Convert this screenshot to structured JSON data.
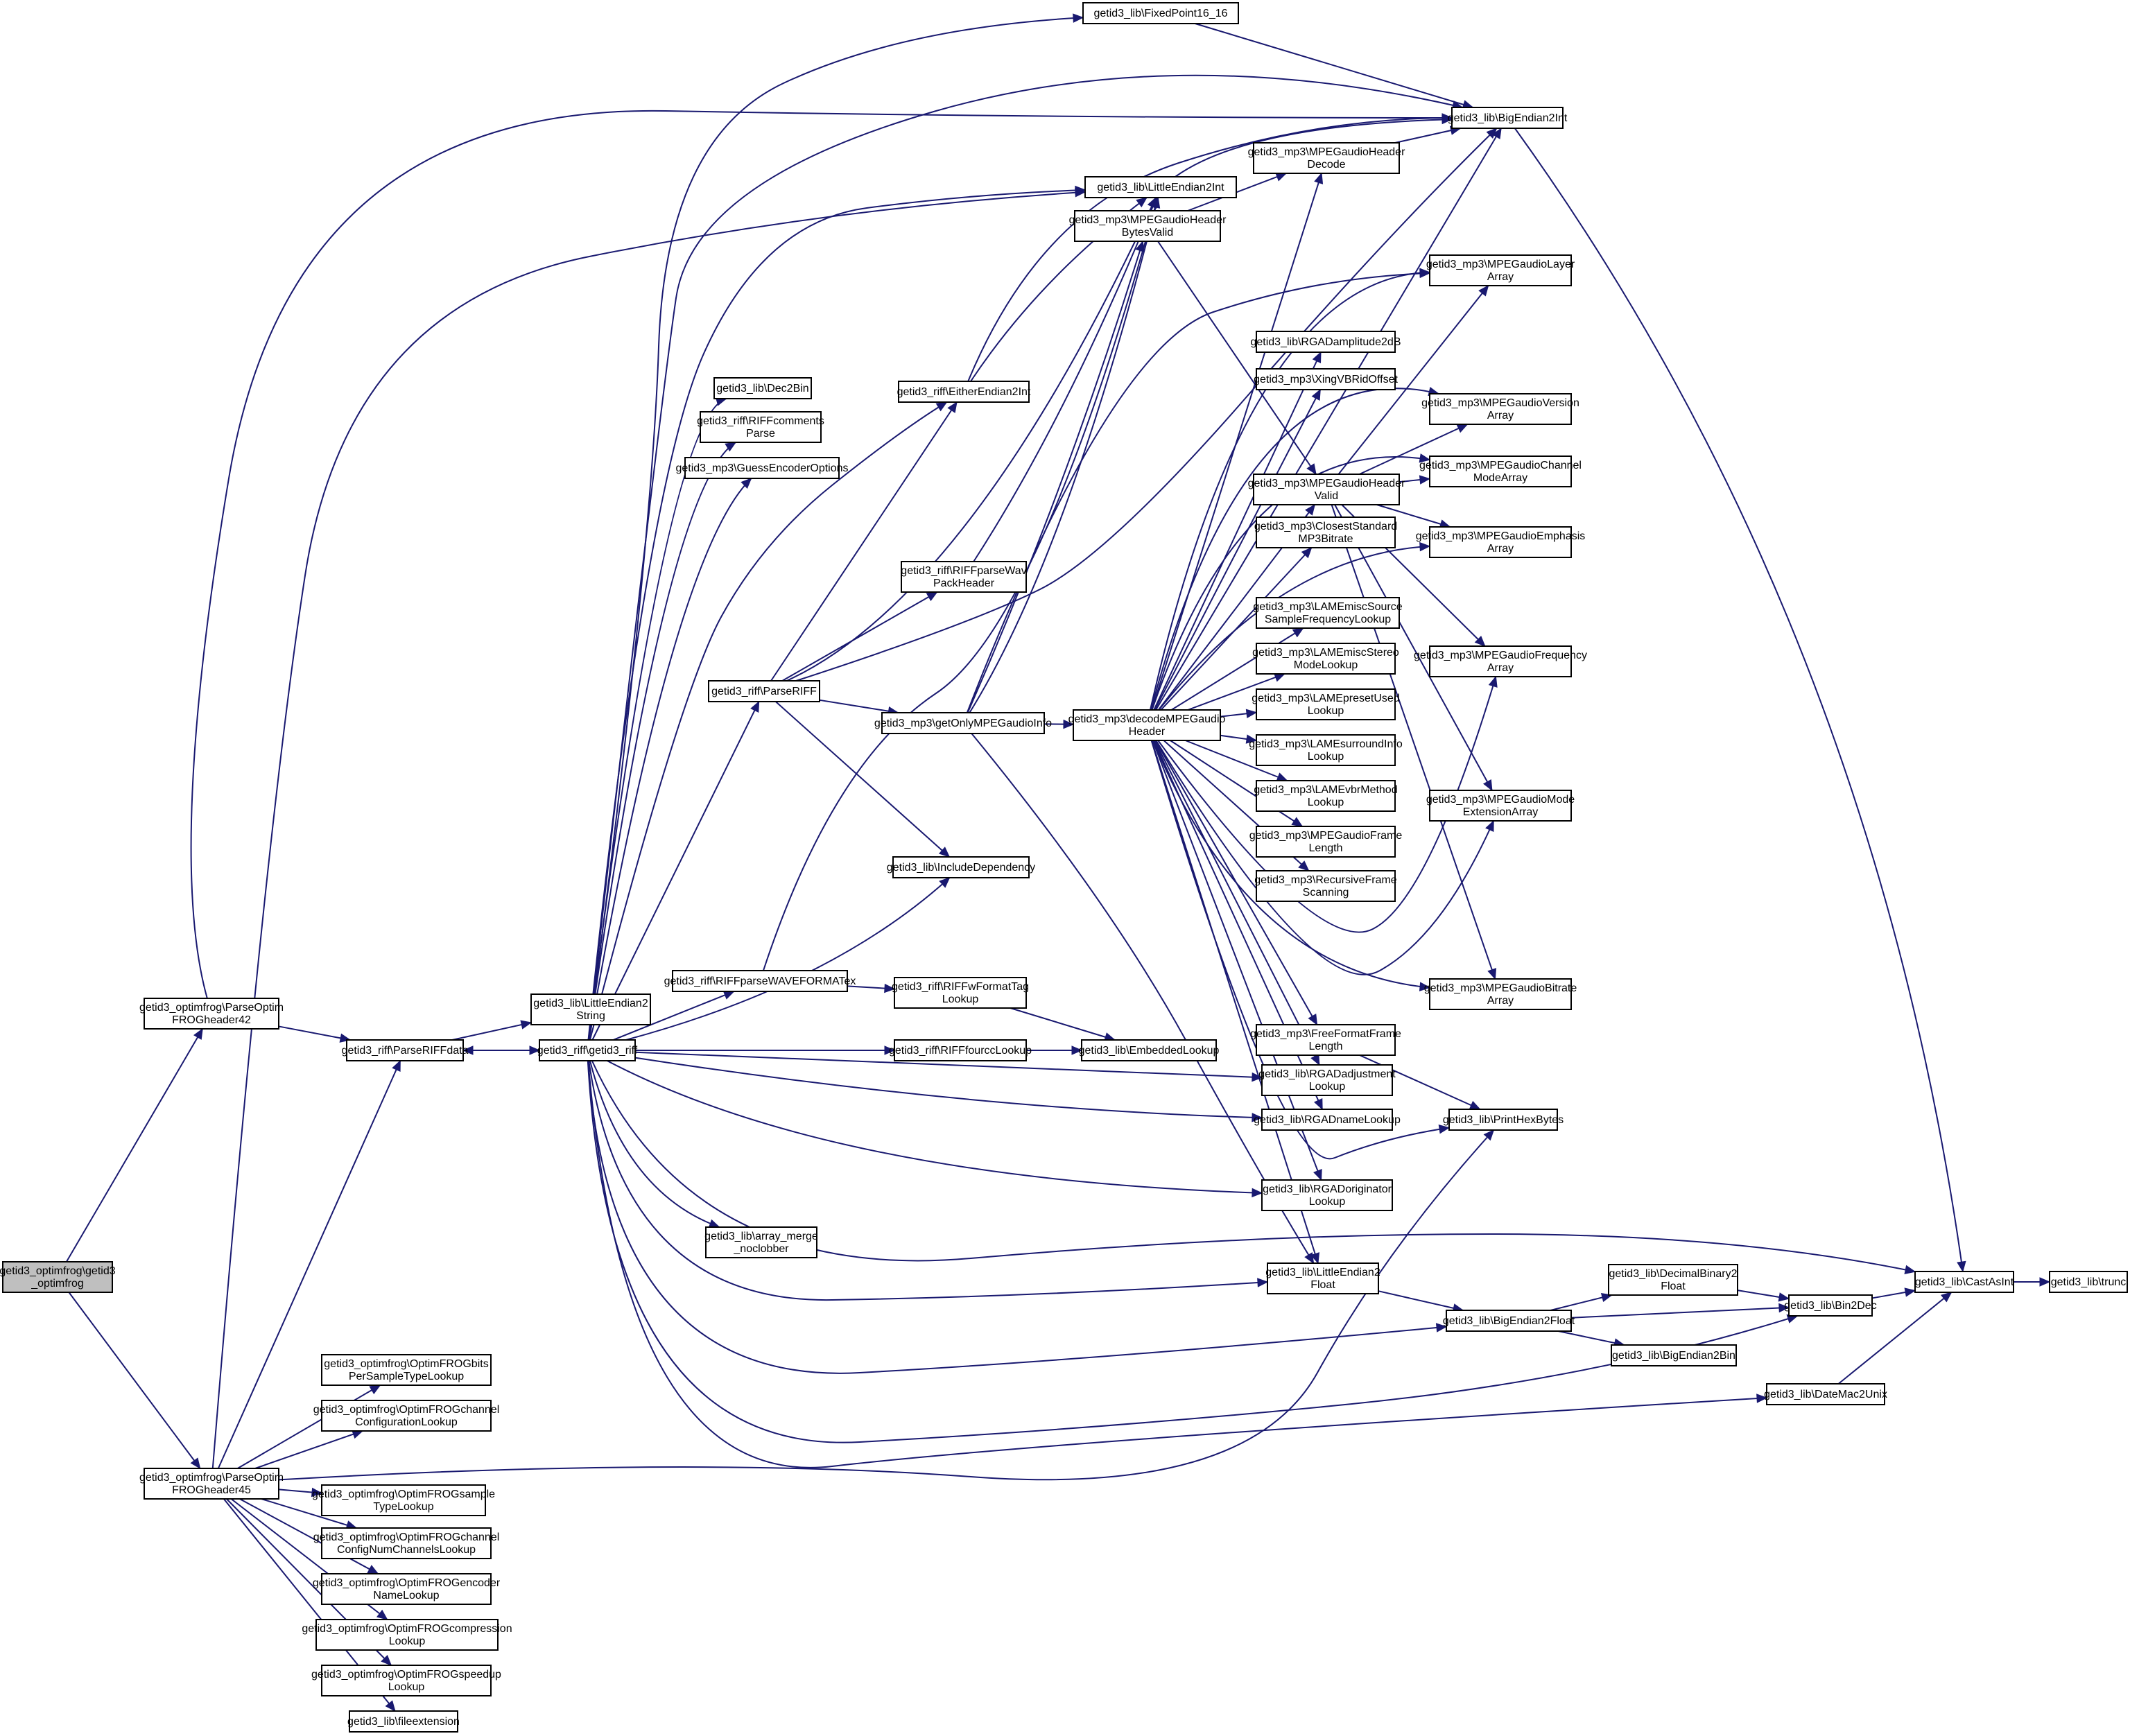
{
  "graph": {
    "nodes": {
      "root": [
        "getid3_optimfrog\\getid3",
        "_optimfrog"
      ],
      "h42": [
        "getid3_optimfrog\\ParseOptim",
        "FROGheader42"
      ],
      "h45": [
        "getid3_optimfrog\\ParseOptim",
        "FROGheader45"
      ],
      "pRdata": [
        "getid3_riff\\ParseRIFFdata"
      ],
      "le2s": [
        "getid3_lib\\LittleEndian2",
        "String"
      ],
      "riff": [
        "getid3_riff\\getid3_riff"
      ],
      "fp16": [
        "getid3_lib\\FixedPoint16_16"
      ],
      "be2i": [
        "getid3_lib\\BigEndian2Int"
      ],
      "le2i": [
        "getid3_lib\\LittleEndian2Int"
      ],
      "dec2bin": [
        "getid3_lib\\Dec2Bin"
      ],
      "rcp": [
        "getid3_riff\\RIFFcomments",
        "Parse"
      ],
      "geo": [
        "getid3_mp3\\GuessEncoderOptions"
      ],
      "ee2i": [
        "getid3_riff\\EitherEndian2Int"
      ],
      "rpwp": [
        "getid3_riff\\RIFFparseWav",
        "PackHeader"
      ],
      "pRIFF": [
        "getid3_riff\\ParseRIFF"
      ],
      "gomp": [
        "getid3_mp3\\getOnlyMPEGaudioInfo"
      ],
      "incdep": [
        "getid3_lib\\IncludeDependency"
      ],
      "rpwfe": [
        "getid3_riff\\RIFFparseWAVEFORMATex"
      ],
      "rwftl": [
        "getid3_riff\\RIFFwFormatTag",
        "Lookup"
      ],
      "rfcc": [
        "getid3_riff\\RIFFfourccLookup"
      ],
      "embl": [
        "getid3_lib\\EmbeddedLookup"
      ],
      "amnc": [
        "getid3_lib\\array_merge",
        "_noclobber"
      ],
      "mhbv": [
        "getid3_mp3\\MPEGaudioHeader",
        "BytesValid"
      ],
      "mhd": [
        "getid3_mp3\\MPEGaudioHeader",
        "Decode"
      ],
      "dmh": [
        "getid3_mp3\\decodeMPEGaudio",
        "Header"
      ],
      "rgaa": [
        "getid3_lib\\RGADamplitude2dB"
      ],
      "xvbr": [
        "getid3_mp3\\XingVBRidOffset"
      ],
      "mhv": [
        "getid3_mp3\\MPEGaudioHeader",
        "Valid"
      ],
      "csb": [
        "getid3_mp3\\ClosestStandard",
        "MP3Bitrate"
      ],
      "lsfl": [
        "getid3_mp3\\LAMEmiscSource",
        "SampleFrequencyLookup"
      ],
      "lsml": [
        "getid3_mp3\\LAMEmiscStereo",
        "ModeLookup"
      ],
      "lpul": [
        "getid3_mp3\\LAMEpresetUsed",
        "Lookup"
      ],
      "lsil": [
        "getid3_mp3\\LAMEsurroundInfo",
        "Lookup"
      ],
      "lvml": [
        "getid3_mp3\\LAMEvbrMethod",
        "Lookup"
      ],
      "mfl": [
        "getid3_mp3\\MPEGaudioFrame",
        "Length"
      ],
      "rfs": [
        "getid3_mp3\\RecursiveFrame",
        "Scanning"
      ],
      "fffl": [
        "getid3_mp3\\FreeFormatFrame",
        "Length"
      ],
      "rgadj": [
        "getid3_lib\\RGADadjustment",
        "Lookup"
      ],
      "rgnl": [
        "getid3_lib\\RGADnameLookup"
      ],
      "rgol": [
        "getid3_lib\\RGADoriginator",
        "Lookup"
      ],
      "le2f": [
        "getid3_lib\\LittleEndian2",
        "Float"
      ],
      "mla": [
        "getid3_mp3\\MPEGaudioLayer",
        "Array"
      ],
      "mva": [
        "getid3_mp3\\MPEGaudioVersion",
        "Array"
      ],
      "mcma": [
        "getid3_mp3\\MPEGaudioChannel",
        "ModeArray"
      ],
      "mea": [
        "getid3_mp3\\MPEGaudioEmphasis",
        "Array"
      ],
      "mfa": [
        "getid3_mp3\\MPEGaudioFrequency",
        "Array"
      ],
      "mmea": [
        "getid3_mp3\\MPEGaudioMode",
        "ExtensionArray"
      ],
      "mba": [
        "getid3_mp3\\MPEGaudioBitrate",
        "Array"
      ],
      "phb": [
        "getid3_lib\\PrintHexBytes"
      ],
      "db2f": [
        "getid3_lib\\DecimalBinary2",
        "Float"
      ],
      "be2f": [
        "getid3_lib\\BigEndian2Float"
      ],
      "be2b": [
        "getid3_lib\\BigEndian2Bin"
      ],
      "b2d": [
        "getid3_lib\\Bin2Dec"
      ],
      "cai": [
        "getid3_lib\\CastAsInt"
      ],
      "trunc": [
        "getid3_lib\\trunc"
      ],
      "dm2u": [
        "getid3_lib\\DateMac2Unix"
      ],
      "ofbps": [
        "getid3_optimfrog\\OptimFROGbits",
        "PerSampleTypeLookup"
      ],
      "ofcc": [
        "getid3_optimfrog\\OptimFROGchannel",
        "ConfigurationLookup"
      ],
      "ofst": [
        "getid3_optimfrog\\OptimFROGsample",
        "TypeLookup"
      ],
      "ofcnc": [
        "getid3_optimfrog\\OptimFROGchannel",
        "ConfigNumChannelsLookup"
      ],
      "ofen": [
        "getid3_optimfrog\\OptimFROGencoder",
        "NameLookup"
      ],
      "ofcl": [
        "getid3_optimfrog\\OptimFROGcompression",
        "Lookup"
      ],
      "ofsl": [
        "getid3_optimfrog\\OptimFROGspeedup",
        "Lookup"
      ],
      "fext": [
        "getid3_lib\\fileextension"
      ]
    }
  }
}
